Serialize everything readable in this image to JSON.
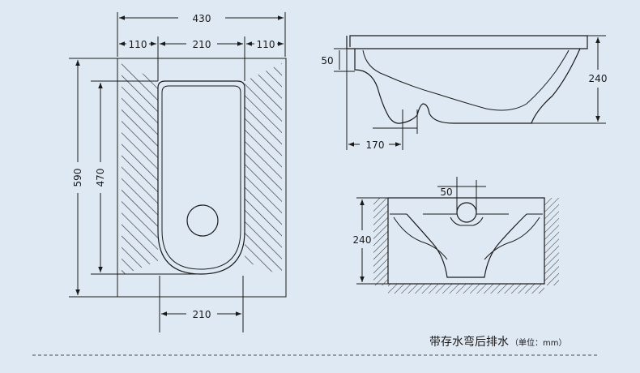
{
  "colors": {
    "background": "#dfe9f3",
    "line": "#1a1a1a",
    "hatch": "#333333",
    "bowl_fill": "#dfe9f3"
  },
  "plan_view": {
    "dim_total_width": "430",
    "dim_left_side": "110",
    "dim_middle": "210",
    "dim_right_side": "110",
    "dim_total_length": "590",
    "dim_bowl_length": "470",
    "dim_bottom_width": "210"
  },
  "side_view": {
    "dim_rim_height": "50",
    "dim_total_height": "240",
    "dim_outlet_offset": "170"
  },
  "front_view": {
    "dim_outlet_width": "50",
    "dim_height": "240"
  },
  "caption": {
    "title": "带存水弯后排水",
    "unit_note": "（单位：mm）"
  }
}
